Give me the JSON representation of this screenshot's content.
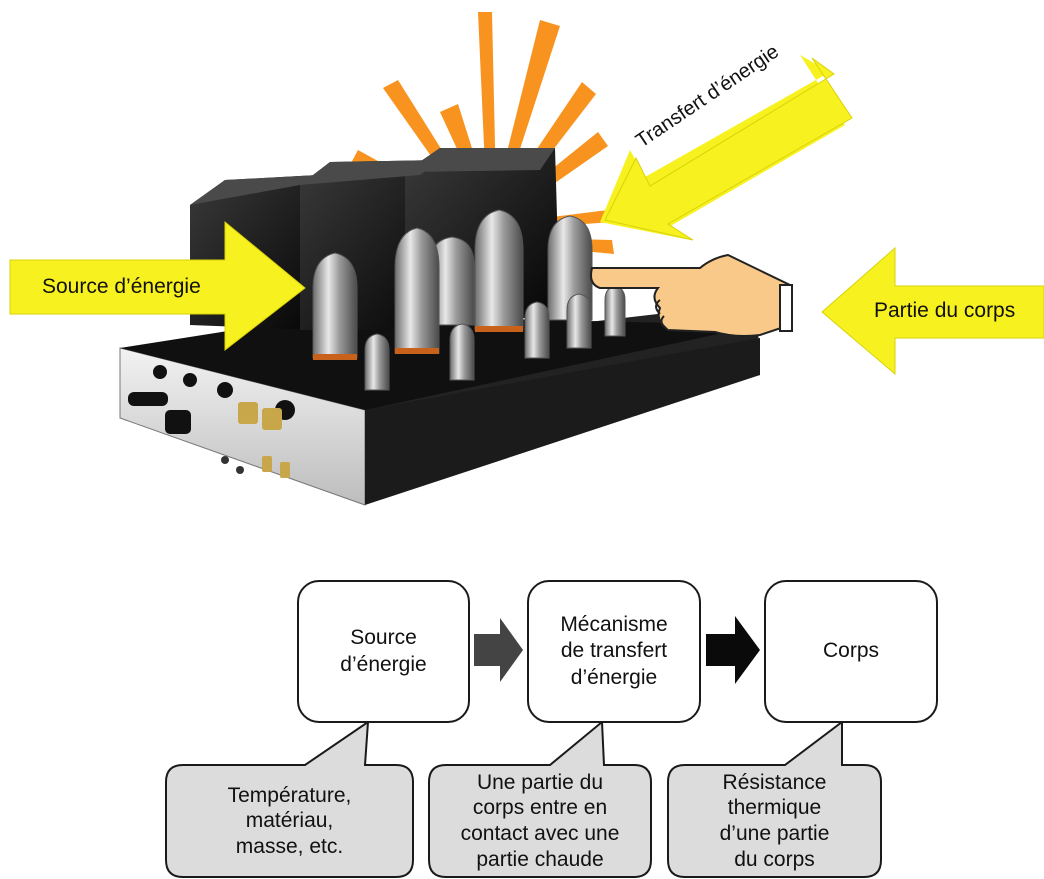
{
  "illustration": {
    "source_arrow_label": "Source d’énergie",
    "transfer_arrow_label": "Transfert d’énergie",
    "body_arrow_label": "Partie du corps",
    "colors": {
      "arrow_fill": "#f7f11f",
      "ray_fill": "#f7931e",
      "hand_fill": "#f9c98a"
    }
  },
  "flow": {
    "boxes": [
      {
        "label": "Source\nd’énergie"
      },
      {
        "label": "Mécanisme\nde transfert\nd’énergie"
      },
      {
        "label": "Corps"
      }
    ],
    "callouts": [
      {
        "text": "Température,\nmatériau,\nmasse, etc."
      },
      {
        "text": "Une partie du\ncorps entre en\ncontact avec une\npartie chaude"
      },
      {
        "text": "Résistance\nthermique\nd’une partie\ndu corps"
      }
    ],
    "colors": {
      "callout_fill": "#dcdcdc",
      "arrow_1": "#444444",
      "arrow_2": "#0a0a0a"
    }
  }
}
